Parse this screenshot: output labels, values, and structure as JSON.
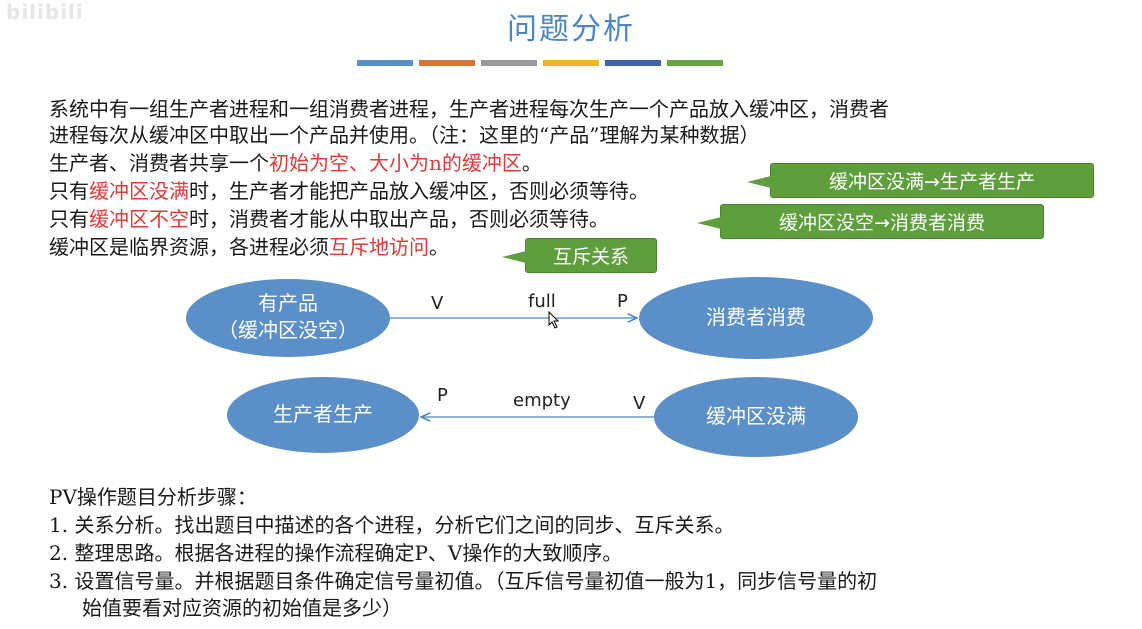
{
  "watermark": "bilibili",
  "title": "问题分析",
  "title_bar_colors": [
    "#5b8fc7",
    "#d6763a",
    "#9a9a9a",
    "#f0b428",
    "#3f63a8",
    "#6aa244"
  ],
  "intro": {
    "line1": "系统中有一组生产者进程和一组消费者进程，生产者进程每次生产一个产品放入缓冲区，消费者",
    "line2": "进程每次从缓冲区中取出一个产品并使用。（注：这里的“产品”理解为某种数据）",
    "line3": {
      "a": "生产者、消费者共享一个",
      "b": "初始为空、大小为n的缓冲区",
      "c": "。"
    },
    "line4": {
      "a": "只有",
      "b": "缓冲区没满",
      "c": "时，生产者才能把产品放入缓冲区，否则必须等待。"
    },
    "line5": {
      "a": "只有",
      "b": "缓冲区不空",
      "c": "时，消费者才能从中取出产品，否则必须等待。"
    },
    "line6": {
      "a": "缓冲区是临界资源，各进程必须",
      "b": "互斥地访问",
      "c": "。"
    }
  },
  "callouts": {
    "c1": "缓冲区没满→生产者生产",
    "c2": "缓冲区没空→消费者消费",
    "c3": "互斥关系"
  },
  "diagram": {
    "node_has_product_l1": "有产品",
    "node_has_product_l2": "（缓冲区没空）",
    "node_consumer": "消费者消费",
    "node_producer": "生产者生产",
    "node_buffer_not_full": "缓冲区没满",
    "edge1_left": "V",
    "edge1_mid": "full",
    "edge1_right": "P",
    "edge2_left": "P",
    "edge2_mid": "empty",
    "edge2_right": "V",
    "ellipse_color": "#5b8fc7"
  },
  "steps": {
    "heading": "PV操作题目分析步骤：",
    "s1": "1. 关系分析。找出题目中描述的各个进程，分析它们之间的同步、互斥关系。",
    "s2": "2. 整理思路。根据各进程的操作流程确定P、V操作的大致顺序。",
    "s3a": "3. 设置信号量。并根据题目条件确定信号量初值。（互斥信号量初值一般为1，同步信号量的初",
    "s3b": "始值要看对应资源的初始值是多少）"
  }
}
